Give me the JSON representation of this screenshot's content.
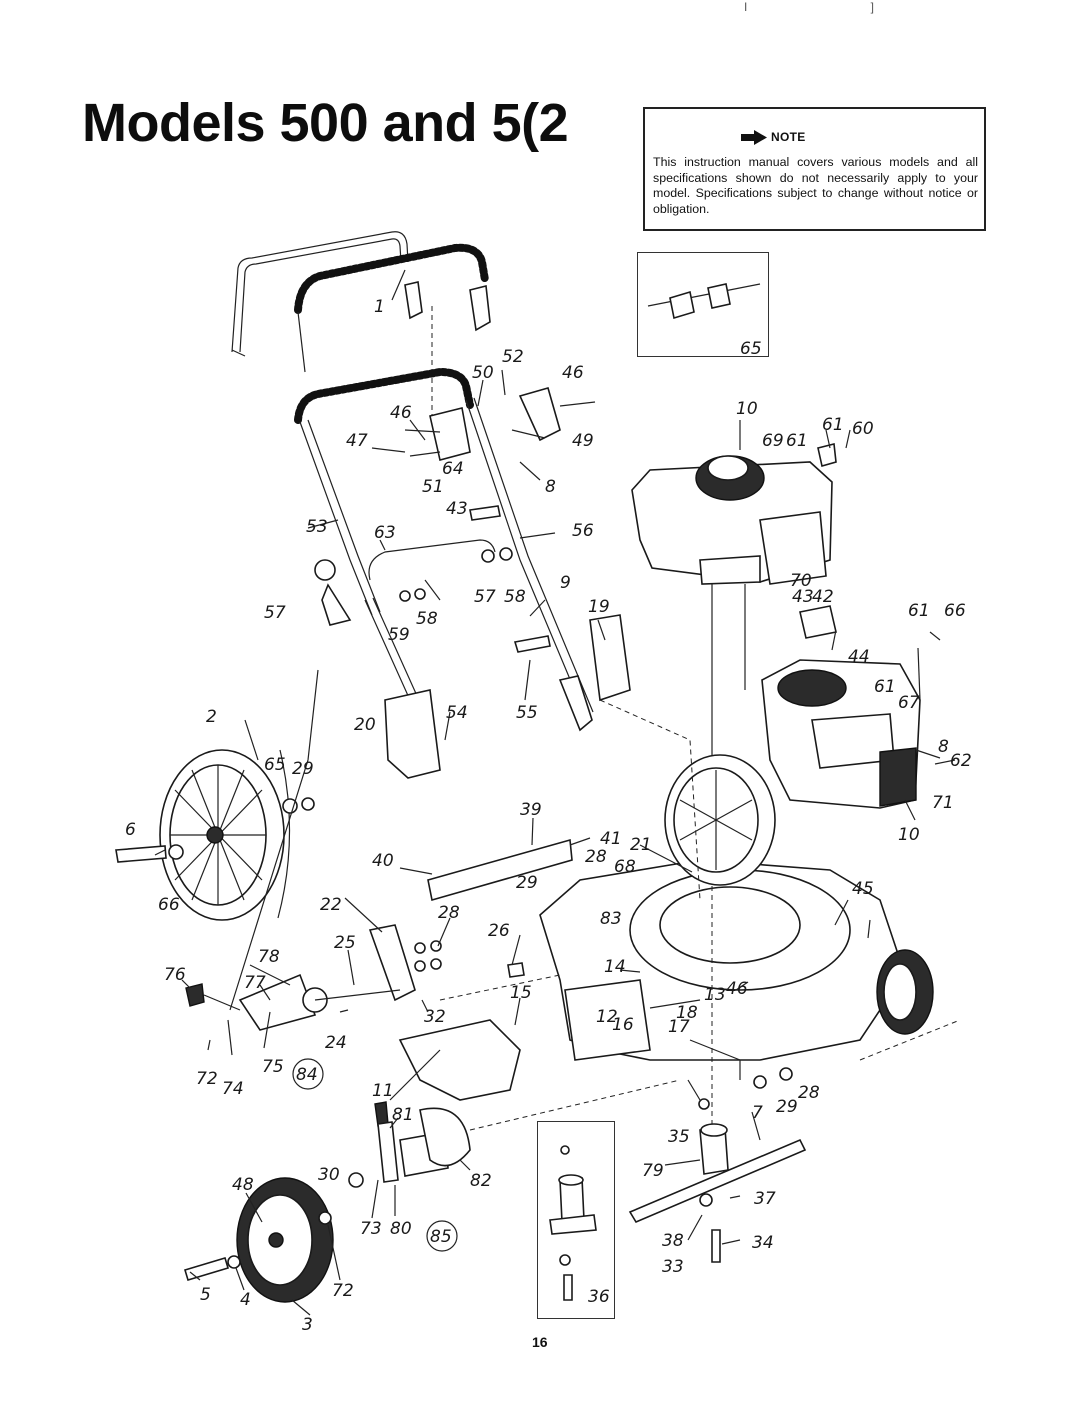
{
  "title": "Models 500 and 5(2",
  "note": {
    "label": "NOTE",
    "text": "This instruction manual covers various models and all specifications shown do not necessarily apply to your model. Specifications subject to change without notice or obligation."
  },
  "page_number": "16",
  "corner_marks": "I  ]",
  "part_callouts": [
    "1",
    "2",
    "3",
    "4",
    "5",
    "6",
    "7",
    "8",
    "8",
    "9",
    "10",
    "10",
    "11",
    "12",
    "13",
    "14",
    "15",
    "16",
    "17",
    "18",
    "19",
    "20",
    "21",
    "22",
    "24",
    "25",
    "26",
    "28",
    "28",
    "28",
    "29",
    "29",
    "29",
    "30",
    "32",
    "33",
    "34",
    "35",
    "36",
    "37",
    "38",
    "39",
    "40",
    "41",
    "42",
    "43",
    "43",
    "44",
    "45",
    "46",
    "46",
    "46",
    "47",
    "48",
    "49",
    "50",
    "51",
    "52",
    "53",
    "54",
    "55",
    "56",
    "57",
    "57",
    "58",
    "58",
    "59",
    "60",
    "61",
    "61",
    "61",
    "61",
    "62",
    "63",
    "64",
    "65",
    "65",
    "66",
    "66",
    "67",
    "68",
    "69",
    "70",
    "71",
    "72",
    "72",
    "73",
    "74",
    "75",
    "76",
    "77",
    "78",
    "79",
    "80",
    "81",
    "82",
    "83",
    "84",
    "85"
  ]
}
